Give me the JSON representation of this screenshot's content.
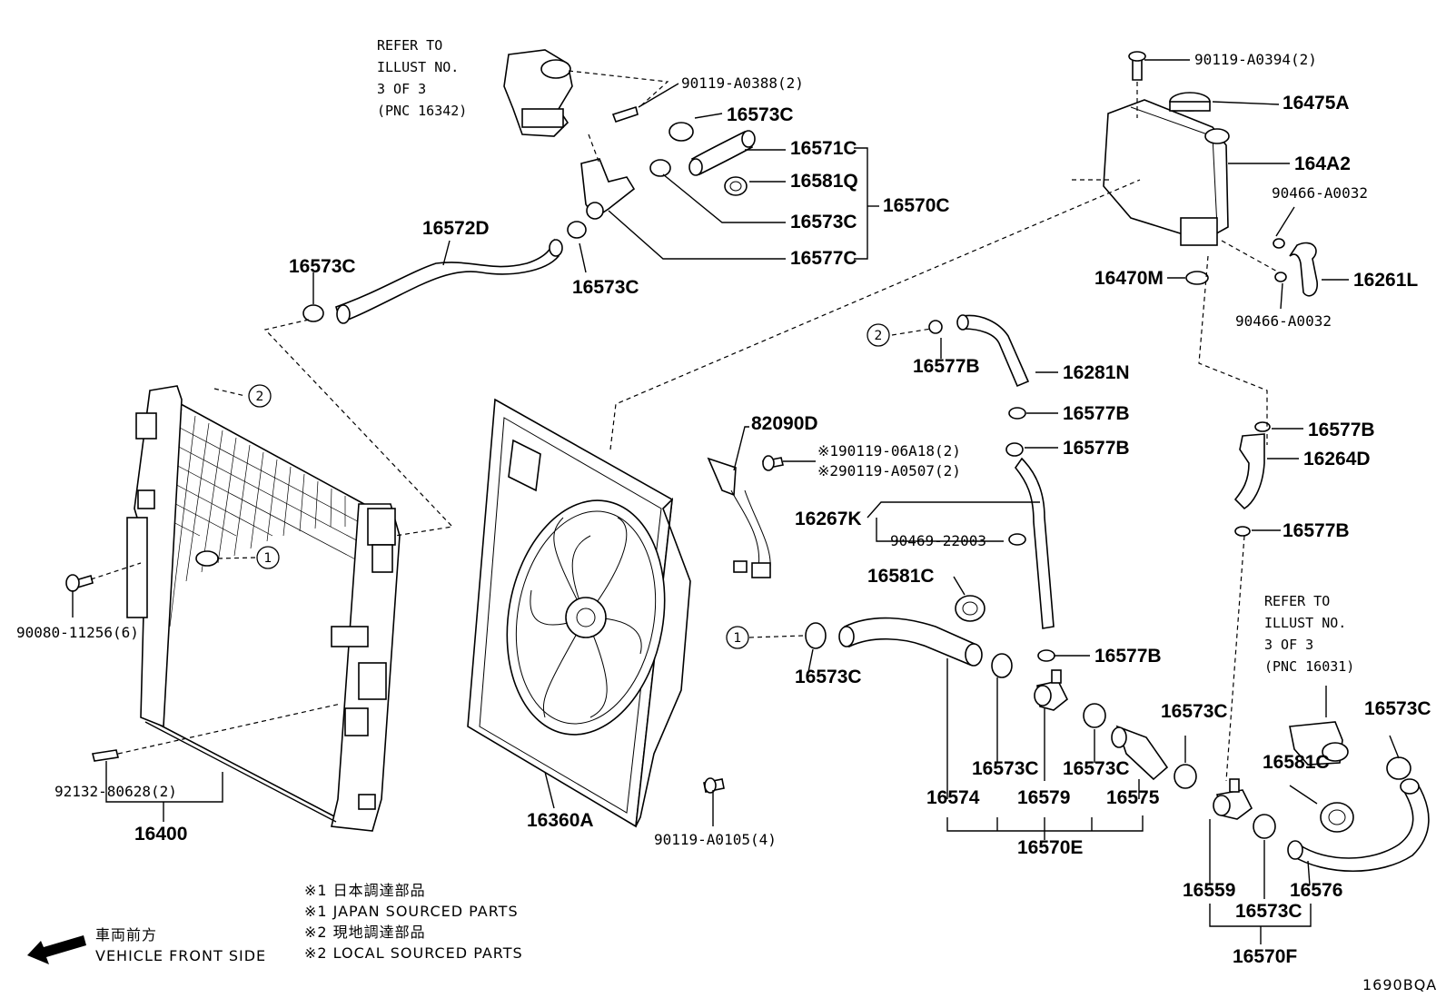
{
  "diagram_id": "1690BQA",
  "refer_notes": {
    "top": [
      "REFER TO",
      "ILLUST NO.",
      "3 OF 3",
      "(PNC 16342)"
    ],
    "right": [
      "REFER TO",
      "ILLUST NO.",
      "3 OF 3",
      "(PNC 16031)"
    ]
  },
  "parts": {
    "p90119_A0388": "90119-A0388(2)",
    "p16573C_a": "16573C",
    "p16571C": "16571C",
    "p16581Q": "16581Q",
    "p16573C_b": "16573C",
    "p16577C": "16577C",
    "p16570C": "16570C",
    "p16572D": "16572D",
    "p16573C_c": "16573C",
    "p16573C_d": "16573C",
    "p90119_A0394": "90119-A0394(2)",
    "p16475A": "16475A",
    "p164A2": "164A2",
    "p90466_A0032_a": "90466-A0032",
    "p16470M": "16470M",
    "p16261L": "16261L",
    "p90466_A0032_b": "90466-A0032",
    "p16577B_a": "16577B",
    "p16281N": "16281N",
    "p16577B_b": "16577B",
    "p16577B_c": "16577B",
    "p16577B_d": "16577B",
    "p16264D": "16264D",
    "p16577B_e": "16577B",
    "p82090D": "82090D",
    "p90119_06A18": "※190119-06A18(2)",
    "p90119_A0507": "※290119-A0507(2)",
    "p16267K": "16267K",
    "p90469_22003": "90469-22003",
    "p16581C_a": "16581C",
    "p16573C_e": "16573C",
    "p16577B_f": "16577B",
    "p90080_11256": "90080-11256(6)",
    "p92132_80628": "92132-80628(2)",
    "p16400": "16400",
    "p16360A": "16360A",
    "p90119_A0105": "90119-A0105(4)",
    "p16573C_f": "16573C",
    "p16573C_g": "16573C",
    "p16574": "16574",
    "p16579": "16579",
    "p16575": "16575",
    "p16570E": "16570E",
    "p16573C_h": "16573C",
    "p16573C_i": "16573C",
    "p16581C_b": "16581C",
    "p16559": "16559",
    "p16576": "16576",
    "p16573C_j": "16573C",
    "p16570F": "16570F"
  },
  "callouts": {
    "one": "1",
    "two": "2"
  },
  "legend": {
    "jp1": "※1 日本調達部品",
    "en1": "※1 JAPAN SOURCED PARTS",
    "jp2": "※2 現地調達部品",
    "en2": "※2 LOCAL SOURCED PARTS"
  },
  "direction": {
    "jp": "車両前方",
    "en": "VEHICLE FRONT SIDE"
  }
}
